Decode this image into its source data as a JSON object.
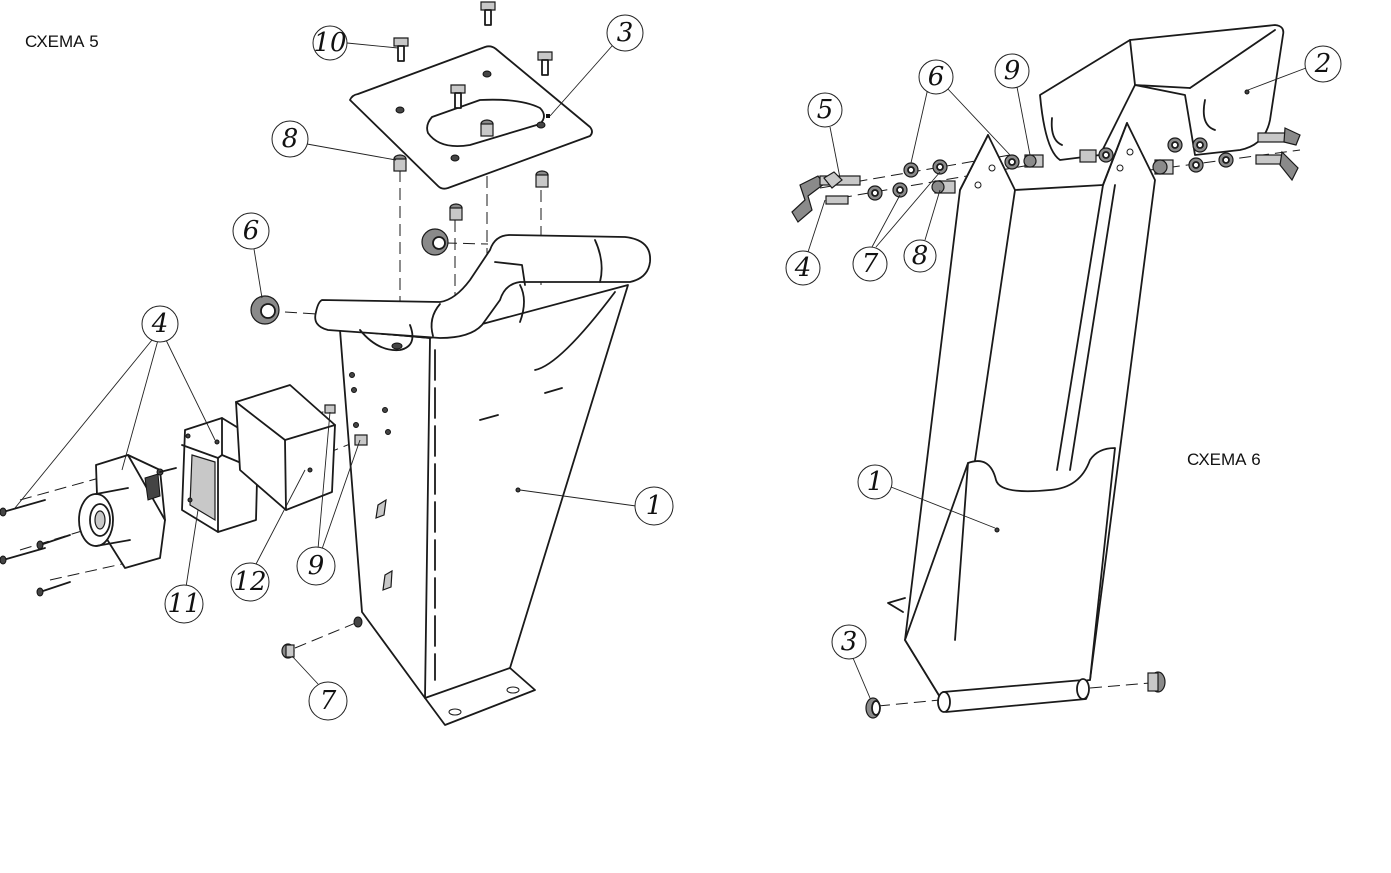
{
  "schemes": {
    "left": {
      "title": "СХЕМА 5"
    },
    "right": {
      "title": "СХЕМА 6"
    }
  },
  "callouts": {
    "left": {
      "c10": "10",
      "c3": "3",
      "c8": "8",
      "c6": "6",
      "c4": "4",
      "c1": "1",
      "c9": "9",
      "c12": "12",
      "c11": "11",
      "c7": "7"
    },
    "right": {
      "c6": "6",
      "c9": "9",
      "c5": "5",
      "c2": "2",
      "c4": "4",
      "c7": "7",
      "c8": "8",
      "c1": "1",
      "c3": "3"
    }
  }
}
